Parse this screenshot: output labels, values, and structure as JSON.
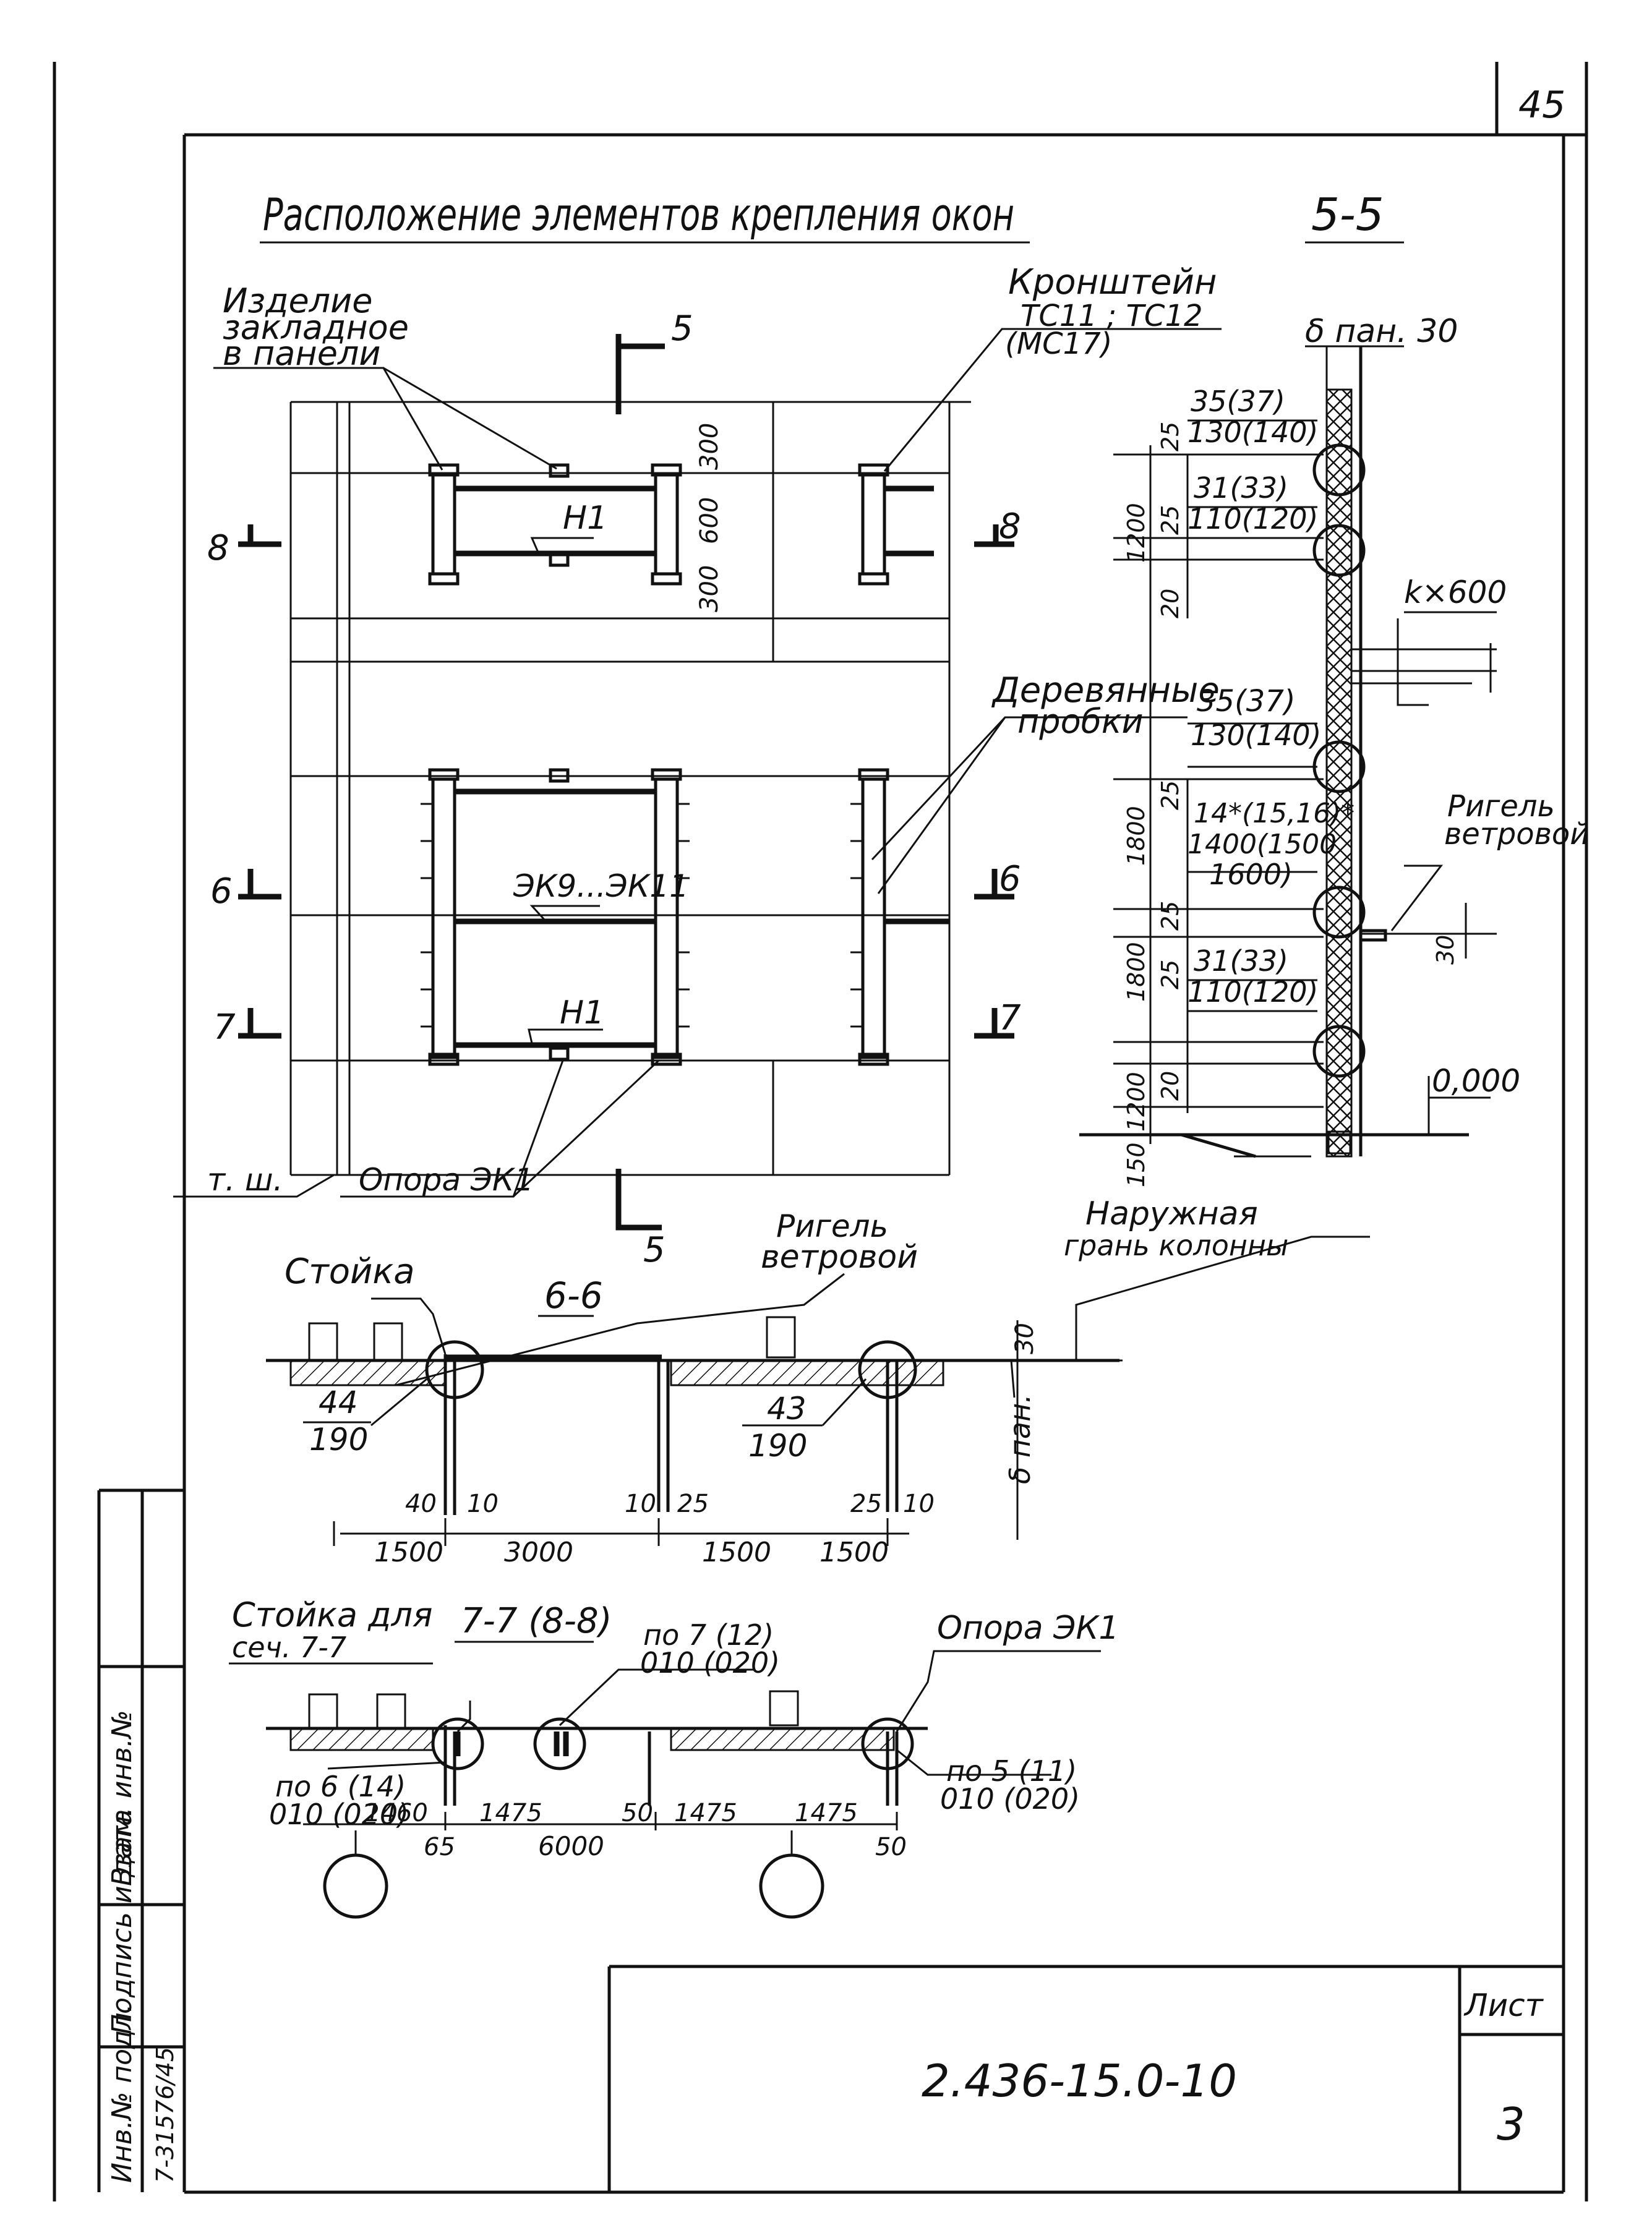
{
  "sheet": {
    "page_number": "45",
    "title": "Расположение элементов крепления окон",
    "section_ref": "5-5",
    "code": "2.436-15.0-10",
    "sheet_label": "Лист",
    "sheet_no": "3"
  },
  "side_stamp": {
    "inv_label": "Инв.№ подл.",
    "inv_value": "7-31576/45",
    "sign_label": "Подпись и дата",
    "replace_label": "Взам. инв.№"
  },
  "plan": {
    "embedded_label_1": "Изделие",
    "embedded_label_2": "закладное",
    "embedded_label_3": "в панели",
    "bracket_label_1": "Кронштейн",
    "bracket_label_2": "ТС11 ; ТС12",
    "bracket_label_3": "(МС17)",
    "wood_label_1": "Деревянные",
    "wood_label_2": "пробки",
    "cut_5": "5",
    "cut_6": "6",
    "cut_7": "7",
    "cut_8": "8",
    "dim_300a": "300",
    "dim_600": "600",
    "dim_300b": "300",
    "h1_top": "Н1",
    "h1_bottom": "Н1",
    "ek_label": "ЭК9...ЭК11",
    "support_label": "Опора ЭК1",
    "axis_label": "т. ш."
  },
  "section55": {
    "panel_label": "δ пан. 30",
    "k600": "k×600",
    "d1a": "35(37)",
    "d1b": "130(140)",
    "d2a": "31(33)",
    "d2b": "110(120)",
    "d3a": "35(37)",
    "d3b": "130(140)",
    "d4a": "14*(15,16)*",
    "d4b": "1400(1500",
    "d4c": "1600)",
    "d5a": "31(33)",
    "d5b": "110(120)",
    "rigel_1": "Ригель",
    "rigel_2": "ветровой",
    "v25": "25",
    "v20": "20",
    "v1200": "1200",
    "v1800": "1800",
    "v150": "150",
    "v30": "30",
    "level": "0,000"
  },
  "section66": {
    "title": "6-6",
    "post_label": "Стойка",
    "rigel_1": "Ригель",
    "rigel_2": "ветровой",
    "outer_1": "Наружная",
    "outer_2": "грань колонны",
    "d44": "44",
    "d190a": "190",
    "d43": "43",
    "d190b": "190",
    "dpan": "δ пан.",
    "d30": "30",
    "d40": "40",
    "d10a": "10",
    "d10b": "10",
    "d25a": "25",
    "d25b": "25",
    "d10c": "10",
    "d1500a": "1500",
    "d3000": "3000",
    "d1500b": "1500",
    "d1500c": "1500"
  },
  "section77": {
    "title": "7-7 (8-8)",
    "post_1": "Стойка для",
    "post_2": "сеч. 7-7",
    "n7_1": "по 7 (12)",
    "n7_2": "010 (020)",
    "n6_1": "по 6 (14)",
    "n6_2": "010 (020)",
    "n5_1": "по 5 (11)",
    "n5_2": "010 (020)",
    "support": "Опора ЭК1",
    "d1460": "1460",
    "d1475a": "1475",
    "d50a": "50",
    "d1475b": "1475",
    "d1475c": "1475",
    "d65": "65",
    "d6000": "6000",
    "d50b": "50"
  }
}
